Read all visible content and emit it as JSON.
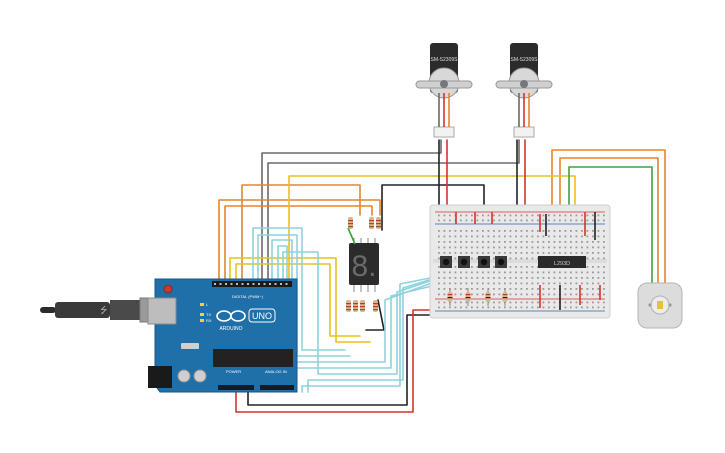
{
  "servo_left": {
    "label": "SM-S2309S"
  },
  "servo_right": {
    "label": "SM-S2309S"
  },
  "seven_segment": {
    "digit": "8."
  },
  "arduino": {
    "brand": "ARDUINO",
    "model": "UNO",
    "digital_label": "DIGITAL (PWM~)",
    "power_label": "POWER",
    "analog_label": "ANALOG IN",
    "tx_label": "TX",
    "rx_label": "RX",
    "l_label": "L"
  },
  "ic_chip": {
    "label": "L293D"
  },
  "colors": {
    "wire_orange": "#e3862a",
    "wire_yellow": "#e8c21a",
    "wire_gray": "#6b6b6b",
    "wire_black": "#222222",
    "wire_cyan": "#8fd2dc",
    "wire_red": "#d6322b",
    "wire_green": "#3aa53a",
    "arduino_blue": "#1f6fa8",
    "breadboard": "#e9e9e9"
  }
}
